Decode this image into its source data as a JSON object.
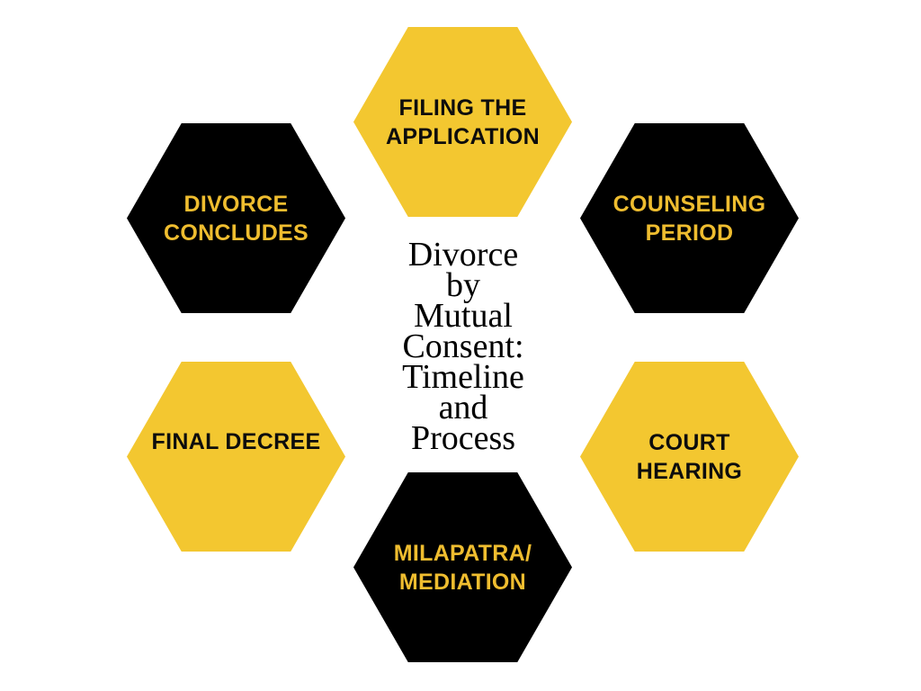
{
  "page": {
    "background_color": "#FFFFFF"
  },
  "colors": {
    "hexagon_yellow": "#F3C730",
    "hexagon_black": "#000000",
    "label_on_black": "#EFBD2F",
    "label_on_yellow": "#0D0D0D",
    "title_text": "#000000"
  },
  "title": {
    "full": "Divorce by Mutual Consent: Timeline and Process",
    "lines": [
      "Divorce",
      "by",
      "Mutual",
      "Consent:",
      "Timeline",
      "and",
      "Process"
    ]
  },
  "diagram": {
    "type": "hexagon-cycle",
    "steps": [
      {
        "label": "FILING THE APPLICATION",
        "lines": [
          "FILING THE",
          "APPLICATION"
        ],
        "position": "top",
        "fill": "#F3C730",
        "text_color": "#0D0D0D"
      },
      {
        "label": "COUNSELING PERIOD",
        "lines": [
          "COUNSELING",
          "PERIOD"
        ],
        "position": "top-right",
        "fill": "#000000",
        "text_color": "#EFBD2F"
      },
      {
        "label": "COURT HEARING",
        "lines": [
          "COURT",
          "HEARING"
        ],
        "position": "bottom-right",
        "fill": "#F3C730",
        "text_color": "#0D0D0D"
      },
      {
        "label": "MILAPATRA/MEDIATION",
        "lines": [
          "MILAPATRA/",
          "MEDIATION"
        ],
        "position": "bottom",
        "fill": "#000000",
        "text_color": "#EFBD2F"
      },
      {
        "label": "FINAL DECREE",
        "lines": [
          "FINAL DECREE"
        ],
        "position": "bottom-left",
        "fill": "#F3C730",
        "text_color": "#0D0D0D"
      },
      {
        "label": "DIVORCE CONCLUDES",
        "lines": [
          "DIVORCE",
          "CONCLUDES"
        ],
        "position": "top-left",
        "fill": "#000000",
        "text_color": "#EFBD2F"
      }
    ]
  }
}
